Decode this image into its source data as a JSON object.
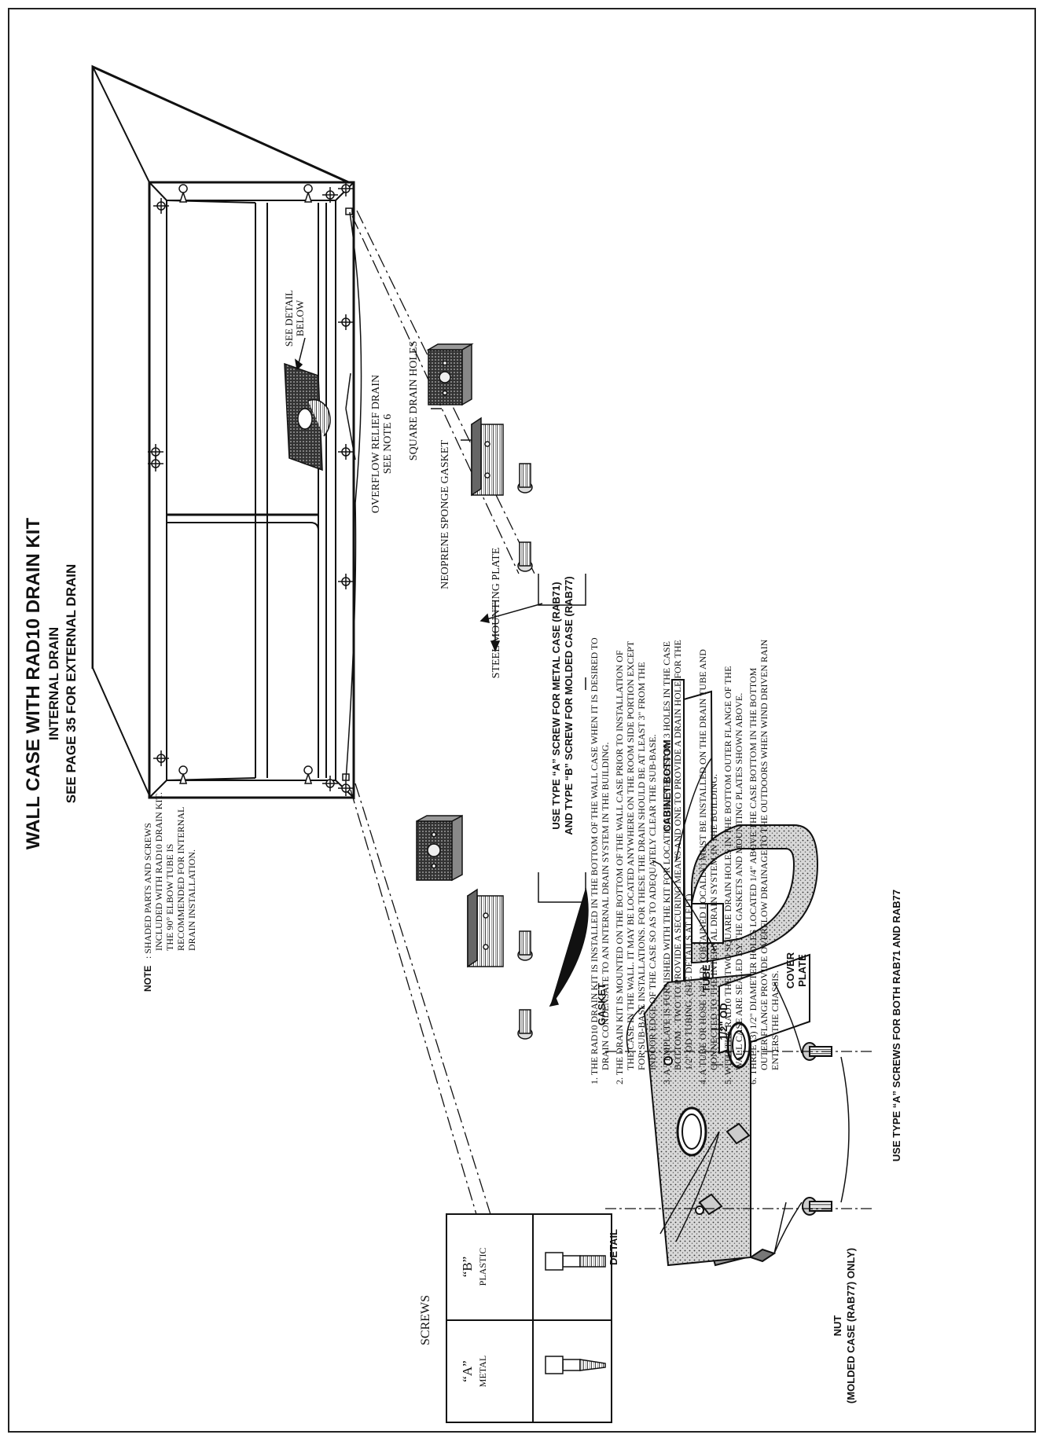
{
  "title": {
    "main": "WALL CASE WITH RAD10 DRAIN KIT",
    "sub1": "INTERNAL DRAIN",
    "sub2": "SEE PAGE 35 FOR EXTERNAL DRAIN"
  },
  "note": {
    "label": "NOTE",
    "lines": [
      ": SHADED PARTS AND SCREWS",
      "INCLUDED WITH RAD10 DRAIN KIT.",
      "THE 90° ELBOW TUBE IS",
      "RECOMMENDED FOR INTERNAL",
      "DRAIN INSTALLATION."
    ]
  },
  "callouts": {
    "see_detail_1": "SEE DETAIL",
    "see_detail_2": "BELOW",
    "overflow_1": "OVERFLOW RELIEF DRAIN",
    "overflow_2": "SEE NOTE 6",
    "square_drain": "SQUARE DRAIN HOLES",
    "neoprene": "NEOPRENE SPONGE GASKET",
    "steel_plate": "STEEL MOUNTING PLATE",
    "screw_type_1": "USE TYPE “A” SCREW FOR METAL CASE (RAB71)",
    "screw_type_2": "AND TYPE “B” SCREW FOR MOLDED CASE (RAB77)",
    "cabinet_bottom": "CABINET BOTTOM",
    "gasket": "GASKET",
    "tube": "TUBE",
    "half_od": "1/2\" OD",
    "cover_plate_1": "COVER",
    "cover_plate_2": "PLATE",
    "detail": "DETAIL",
    "nut_1": "NUT",
    "nut_2": "(MOLDED CASE (RAB77) ONLY)",
    "type_a_both": "USE TYPE “A” SCREWS FOR BOTH RAB71 AND RAB77"
  },
  "screws_table": {
    "title": "SCREWS",
    "col_a_letter": "“A”",
    "col_a_material": "METAL",
    "col_b_letter": "“B”",
    "col_b_material": "PLASTIC"
  },
  "notes": [
    "1. THE RAD10 DRAIN KIT IS INSTALLED IN THE BOTTOM OF THE WALL CASE WHEN IT IS DESIRED TO",
    "DRAIN CONDENSATE TO AN INTERNAL DRAIN SYSTEM IN THE BUILDING.",
    "2. THE DRAIN KIT IS MOUNTED ON THE BOTTOM OF THE WALL CASE PRIOR TO INSTALLATION OF",
    "THE CASE IN THE WALL. IT MAY BE LOCATED ANYWHERE ON THE ROOM SIDE PORTION EXCEPT",
    "FOR SUB-BASE INSTALLATIONS. FOR THESE THE DRAIN SHOULD BE AT LEAST 3\" FROM THE",
    "INDOOR EDGE OF THE CASE SO AS TO ADEQUATELY CLEAR THE SUB-BASE.",
    "3. A TEMPLATE IS FURNISHED WITH THE KIT FOR LOCATING THE NECESSARY 3 HOLES IN THE CASE",
    "BOTTOM - TWO TO PROVIDE A SECURING MEANS AND ONE TO PROVIDE A DRAIN HOLE FOR THE",
    "1/2\" OD TUBING. (SEE DETAILS AT LEFT)",
    "4. A TUBE OR HOSE 1/2\" I.D. (OBTAINED LOCALLY) MUST BE INSTALLED ON THE DRAIN TUBE AND",
    "CONNECTED TO THE INTERNAL DRAIN SYSTEM IN THE BUILDING.",
    "5. WITH THE RAD10 THE TWO SQUARE DRAIN HOLES IN THE BOTTOM OUTER FLANGE OF THE",
    "WALL CASE ARE SEALED BY THE GASKETS AND MOUNTING PLATES SHOWN ABOVE.",
    "6. THREE (3) 1/2\" DIAMETER HOLES LOCATED 1/4\" ABOVE THE CASE BOTTOM IN THE BOTTOM",
    "OUTER FLANGE PROVIDE OVERFLOW DRAINAGE TO THE OUTDOORS WHEN WIND DRIVEN RAIN",
    "ENTERS THE CHASSIS."
  ]
}
